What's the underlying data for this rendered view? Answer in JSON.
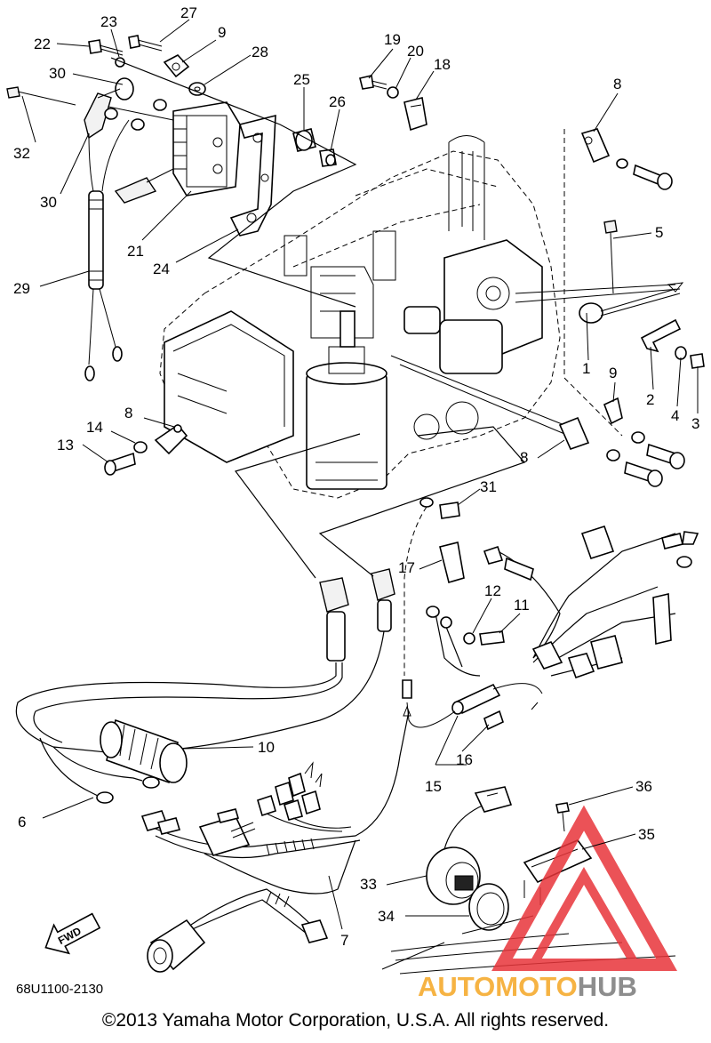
{
  "diagram": {
    "part_code": "68U1100-2130",
    "direction_label": "FWD",
    "callouts": [
      {
        "id": "c1",
        "label": "1"
      },
      {
        "id": "c2",
        "label": "2"
      },
      {
        "id": "c3",
        "label": "3"
      },
      {
        "id": "c4",
        "label": "4"
      },
      {
        "id": "c5",
        "label": "5"
      },
      {
        "id": "c6",
        "label": "6"
      },
      {
        "id": "c7",
        "label": "7"
      },
      {
        "id": "c8a",
        "label": "8"
      },
      {
        "id": "c8b",
        "label": "8"
      },
      {
        "id": "c8c",
        "label": "8"
      },
      {
        "id": "c9a",
        "label": "9"
      },
      {
        "id": "c9b",
        "label": "9"
      },
      {
        "id": "c10",
        "label": "10"
      },
      {
        "id": "c11",
        "label": "11"
      },
      {
        "id": "c12",
        "label": "12"
      },
      {
        "id": "c13",
        "label": "13"
      },
      {
        "id": "c14",
        "label": "14"
      },
      {
        "id": "c15",
        "label": "15"
      },
      {
        "id": "c16",
        "label": "16"
      },
      {
        "id": "c17",
        "label": "17"
      },
      {
        "id": "c18",
        "label": "18"
      },
      {
        "id": "c19",
        "label": "19"
      },
      {
        "id": "c20",
        "label": "20"
      },
      {
        "id": "c21",
        "label": "21"
      },
      {
        "id": "c22",
        "label": "22"
      },
      {
        "id": "c23",
        "label": "23"
      },
      {
        "id": "c24",
        "label": "24"
      },
      {
        "id": "c25",
        "label": "25"
      },
      {
        "id": "c26",
        "label": "26"
      },
      {
        "id": "c27",
        "label": "27"
      },
      {
        "id": "c28",
        "label": "28"
      },
      {
        "id": "c29",
        "label": "29"
      },
      {
        "id": "c30a",
        "label": "30"
      },
      {
        "id": "c30b",
        "label": "30"
      },
      {
        "id": "c31",
        "label": "31"
      },
      {
        "id": "c32",
        "label": "32"
      },
      {
        "id": "c33",
        "label": "33"
      },
      {
        "id": "c34",
        "label": "34"
      },
      {
        "id": "c35",
        "label": "35"
      },
      {
        "id": "c36",
        "label": "36"
      }
    ]
  },
  "watermark": {
    "text_orange": "AUTOMOTO",
    "text_gray": "HUB",
    "color_red": "#e8353a",
    "color_orange": "#f5a623",
    "color_gray": "#7a7a7a"
  },
  "footer": {
    "copyright": "©2013 Yamaha Motor Corporation, U.S.A. All rights reserved."
  }
}
